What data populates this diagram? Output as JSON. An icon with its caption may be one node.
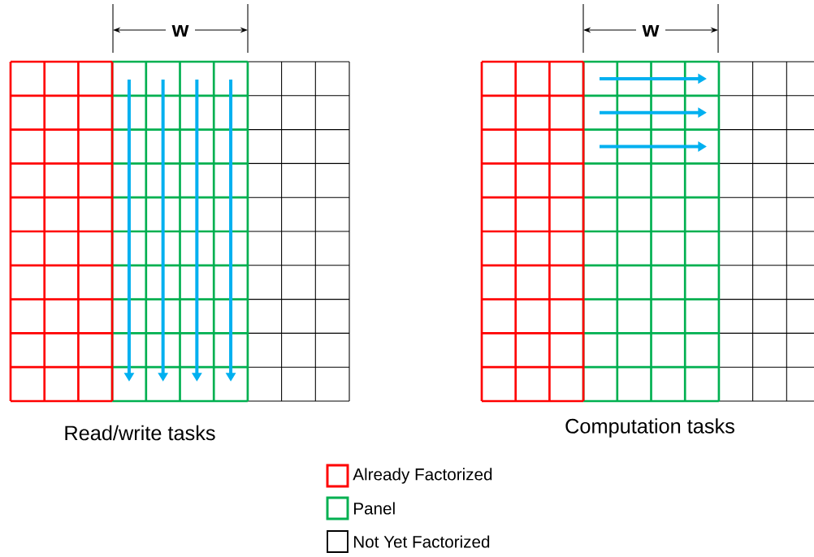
{
  "diagram": {
    "labels": [
      "w",
      "w",
      "Read/write tasks",
      "Computation tasks"
    ],
    "legend": [
      {
        "text": "Already Factorized",
        "color": "#ff0000"
      },
      {
        "text": "Panel",
        "color": "#00b050"
      },
      {
        "text": "Not Yet Factorized",
        "color": "#000000"
      }
    ]
  }
}
